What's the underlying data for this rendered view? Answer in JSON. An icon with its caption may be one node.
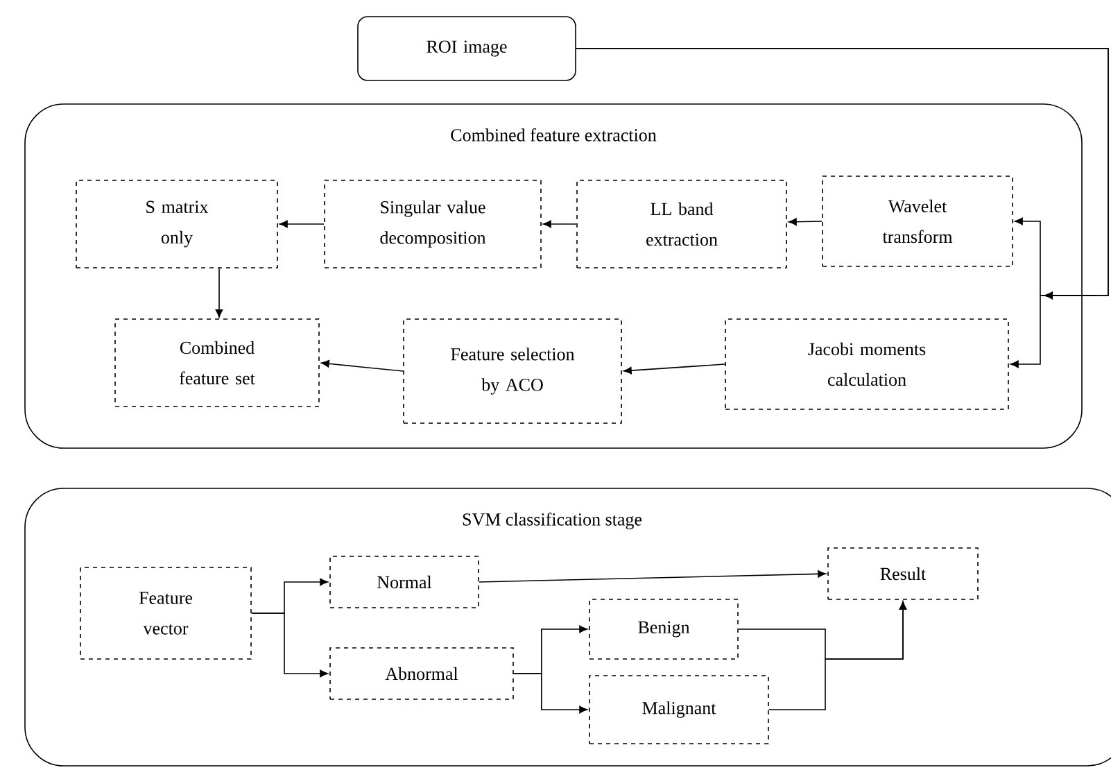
{
  "diagram": {
    "nodes": [
      {
        "text": [
          "ROI image"
        ]
      },
      {
        "text": [
          "Combined feature extraction"
        ]
      },
      {
        "text": [
          "Wavelet transform"
        ],
        "in": 1
      },
      {
        "text": [
          "LL band extraction"
        ],
        "in": 1
      },
      {
        "text": [
          "Singular value decomposition"
        ],
        "in": 1
      },
      {
        "text": [
          "S matrix only"
        ],
        "in": 1
      },
      {
        "text": [
          "Jacobi moments calculation"
        ],
        "in": 1
      },
      {
        "text": [
          "Feature selection by ACO"
        ],
        "in": 1
      },
      {
        "text": [
          "Combined feature set"
        ],
        "in": 1
      },
      {
        "text": [
          "SVM classification stage"
        ]
      },
      {
        "text": [
          "Feature vector"
        ],
        "in": 9
      },
      {
        "text": [
          "Normal"
        ],
        "in": 9
      },
      {
        "text": [
          "Abnormal"
        ],
        "in": 9
      },
      {
        "text": [
          "Benign"
        ],
        "in": 9
      },
      {
        "text": [
          "Malignant"
        ],
        "in": 9
      },
      {
        "text": [
          "Result"
        ],
        "in": 9
      }
    ],
    "edges": [
      {
        "from": 0,
        "to": 2,
        "arrow": "to"
      },
      {
        "from": 0,
        "to": 6,
        "arrow": "to"
      },
      {
        "from": 2,
        "to": 3,
        "arrow": "to"
      },
      {
        "from": 3,
        "to": 4,
        "arrow": "to"
      },
      {
        "from": 4,
        "to": 5,
        "arrow": "to"
      },
      {
        "from": 5,
        "to": 8,
        "arrow": "to"
      },
      {
        "from": 6,
        "to": 7,
        "arrow": "to"
      },
      {
        "from": 7,
        "to": 8,
        "arrow": "to"
      },
      {
        "from": 10,
        "to": 11,
        "arrow": "to"
      },
      {
        "from": 10,
        "to": 12,
        "arrow": "to"
      },
      {
        "from": 11,
        "to": 15,
        "arrow": "to"
      },
      {
        "from": 12,
        "to": 13,
        "arrow": "to"
      },
      {
        "from": 12,
        "to": 14,
        "arrow": "to"
      },
      {
        "from": 13,
        "to": 15,
        "arrow": "to"
      },
      {
        "from": 14,
        "to": 15,
        "arrow": "to"
      }
    ]
  }
}
